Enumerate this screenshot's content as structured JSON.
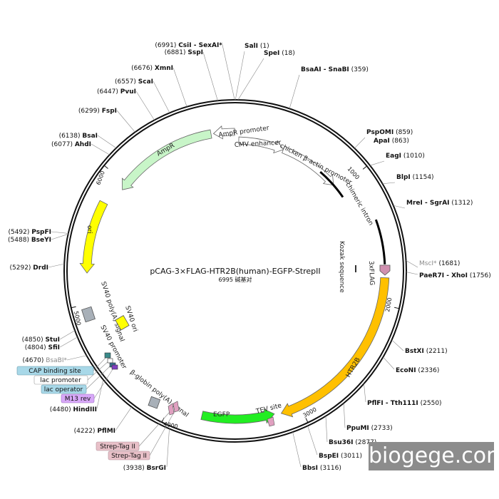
{
  "title": "pCAG-3×FLAG-HTR2B(human)-EGFP-StrepII",
  "subtitle": "6995 碱基对",
  "total_bp": 6995,
  "watermark": "biogege.com",
  "colors": {
    "ampr": "#c8f5c8",
    "ori": "#ffff00",
    "sv40ori": "#ffff00",
    "htr2b": "#ffc000",
    "egfp": "#22ee22",
    "promoter_box": "#a8b0b8",
    "flag": "#e0a0c0",
    "tag_pink": "#e8c0c8",
    "tag_blue": "#a8d8e8",
    "tag_violet": "#d8a8f8"
  },
  "sites": [
    {
      "name": "SalI",
      "pos": "1"
    },
    {
      "name": "SpeI",
      "pos": "18"
    },
    {
      "name": "BsaAI - SnaBI",
      "pos": "359"
    },
    {
      "name": "PspOMI",
      "pos": "859"
    },
    {
      "name": "ApaI",
      "pos": "863"
    },
    {
      "name": "EagI",
      "pos": "1010"
    },
    {
      "name": "BlpI",
      "pos": "1154"
    },
    {
      "name": "MreI - SgrAI",
      "pos": "1312"
    },
    {
      "name": "MscI*",
      "pos": "1681"
    },
    {
      "name": "PaeR7I - XhoI",
      "pos": "1756"
    },
    {
      "name": "BstXI",
      "pos": "2211"
    },
    {
      "name": "EcoNI",
      "pos": "2336"
    },
    {
      "name": "PflFI - Tth111I",
      "pos": "2550"
    },
    {
      "name": "PpuMI",
      "pos": "2733"
    },
    {
      "name": "Bsu36I",
      "pos": "2877"
    },
    {
      "name": "BspEI",
      "pos": "3011"
    },
    {
      "name": "BbsI",
      "pos": "3116"
    },
    {
      "name": "BsrGI",
      "pos": "3938"
    },
    {
      "name": "PflMI",
      "pos": "4222"
    },
    {
      "name": "HindIII",
      "pos": "4480"
    },
    {
      "name": "BsaBI*",
      "pos": "4670"
    },
    {
      "name": "SfiI",
      "pos": "4804"
    },
    {
      "name": "StuI",
      "pos": "4850"
    },
    {
      "name": "DrdI",
      "pos": "5292"
    },
    {
      "name": "BseYI",
      "pos": "5488"
    },
    {
      "name": "PspFI",
      "pos": "5492"
    },
    {
      "name": "AhdI",
      "pos": "6077"
    },
    {
      "name": "BsaI",
      "pos": "6138"
    },
    {
      "name": "FspI",
      "pos": "6299"
    },
    {
      "name": "PvuI",
      "pos": "6447"
    },
    {
      "name": "ScaI",
      "pos": "6557"
    },
    {
      "name": "XmnI",
      "pos": "6676"
    },
    {
      "name": "SspI",
      "pos": "6881"
    },
    {
      "name": "CsiI - SexAI*",
      "pos": "6991"
    }
  ],
  "ticks": [
    "1000",
    "2000",
    "3000",
    "4000",
    "5000",
    "6000"
  ],
  "features": {
    "cmv_enhancer": "CMV enhancer",
    "chicken_actin": "chicken β-actin promoter",
    "chimeric_intron": "chimeric intron",
    "kozak": "Kozak sequence",
    "flag3x": "3xFLAG",
    "htr2b": "HTR2B",
    "tev": "TEV site",
    "egfp": "EGFP",
    "bglobin": "β-globin poly(A) signal",
    "sv40_promoter": "SV40 promoter",
    "sv40_polya": "SV40 poly(A) signal",
    "sv40_ori": "SV40 ori",
    "ori": "ori",
    "ampr": "AmpR",
    "ampr_promoter": "AmpR promoter"
  },
  "boxes": {
    "cap": "CAP binding site",
    "lac_promoter": "lac promoter",
    "lac_operator": "lac operator",
    "m13_rev": "M13 rev",
    "strep1": "Strep-Tag II",
    "strep2": "Strep-Tag II"
  }
}
